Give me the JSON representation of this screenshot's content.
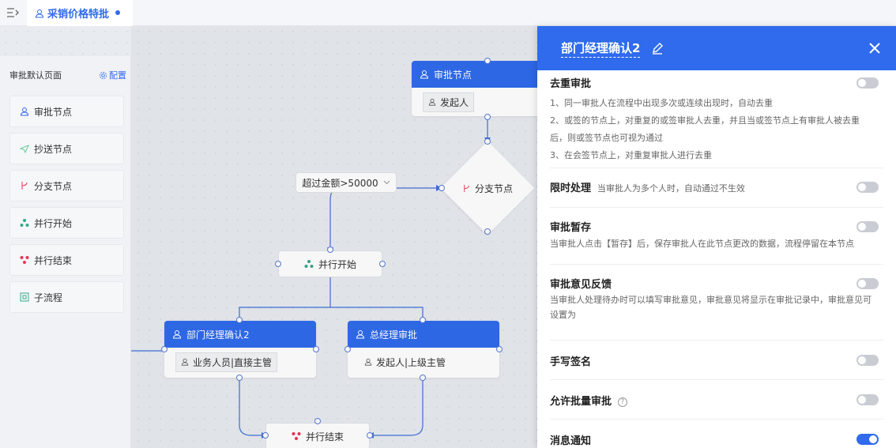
{
  "tab": {
    "title": "采销价格特批"
  },
  "palette": {
    "title": "审批默认页面",
    "config_label": "配置",
    "items": [
      {
        "label": "审批节点",
        "icon": "approval-icon"
      },
      {
        "label": "抄送节点",
        "icon": "send-icon"
      },
      {
        "label": "分支节点",
        "icon": "branch-icon"
      },
      {
        "label": "并行开始",
        "icon": "parallel-start-icon"
      },
      {
        "label": "并行结束",
        "icon": "parallel-end-icon"
      },
      {
        "label": "子流程",
        "icon": "subprocess-icon"
      }
    ]
  },
  "flow": {
    "approval_node": {
      "title": "审批节点",
      "assignee": "发起人"
    },
    "condition_label": "超过金额>50000",
    "branch_node": "分支节点",
    "parallel_start": "并行开始",
    "dept_node": {
      "title": "部门经理确认2",
      "assignee": "业务人员|直接主管"
    },
    "gm_node": {
      "title": "总经理审批",
      "assignee": "发起人|上级主管"
    },
    "parallel_end": "并行结束"
  },
  "panel": {
    "title": "部门经理确认2",
    "settings": [
      {
        "title": "去重审批",
        "inline": "",
        "desc": [
          "1、同一审批人在流程中出现多次或连续出现时，自动去重",
          "2、或签的节点上，对重复的或签审批人去重，并且当或签节点上有审批人被去重",
          "后，则或签节点也可视为通过",
          "3、在会签节点上，对重复审批人进行去重"
        ],
        "on": false
      },
      {
        "title": "限时处理",
        "inline": "当审批人为多个人时，自动通过不生效",
        "desc": [],
        "on": false
      },
      {
        "title": "审批暂存",
        "inline": "",
        "desc": [
          "当审批人点击【暂存】后，保存审批人在此节点更改的数据，流程停留在本节点"
        ],
        "on": false
      },
      {
        "title": "审批意见反馈",
        "inline": "",
        "desc": [
          "当审批人处理待办时可以填写审批意见，审批意见将显示在审批记录中，审批意见可",
          "设置为"
        ],
        "on": false
      },
      {
        "title": "手写签名",
        "inline": "",
        "desc": [],
        "on": false
      },
      {
        "title": "允许批量审批",
        "inline": "",
        "desc": [],
        "on": false,
        "help": "?"
      },
      {
        "title": "消息通知",
        "inline": "",
        "desc": [],
        "on": true
      }
    ]
  },
  "colors": {
    "primary": "#2f6bec",
    "toggle_off": "#c9ccd3"
  }
}
